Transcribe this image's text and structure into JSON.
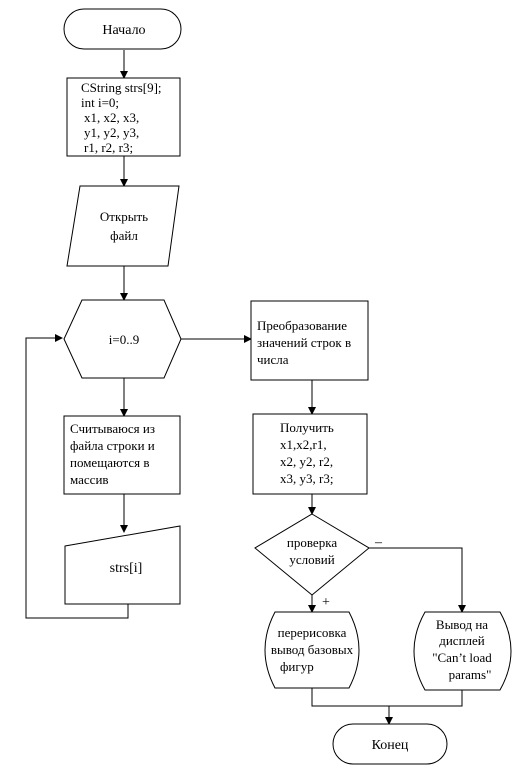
{
  "flowchart": {
    "start": "Начало",
    "init_lines": [
      "CString strs[9];",
      "int i=0;",
      "x1, x2, x3,",
      "y1, y2, y3,",
      "r1, r2, r3;"
    ],
    "open_file": [
      "Открыть",
      "файл"
    ],
    "loop": "i=0..9",
    "read_lines": [
      "Считываюся из",
      "файла строки и",
      "помещаются в",
      "массив"
    ],
    "manual_input": "strs[i]",
    "convert_lines": [
      "Преобразование",
      "значений строк в",
      "числа"
    ],
    "get_lines": [
      "Получить",
      "x1,x2,r1,",
      "x2, y2, r2,",
      "x3, y3, r3;"
    ],
    "check_lines": [
      "проверка",
      "условий"
    ],
    "plus_label": "+",
    "minus_label": "–",
    "redraw_lines": [
      "перерисовка",
      "вывод базовых",
      "фигур"
    ],
    "display_lines": [
      "Вывод на",
      "дисплей",
      "\"Can’t  load",
      "params\""
    ],
    "end": "Конец"
  }
}
